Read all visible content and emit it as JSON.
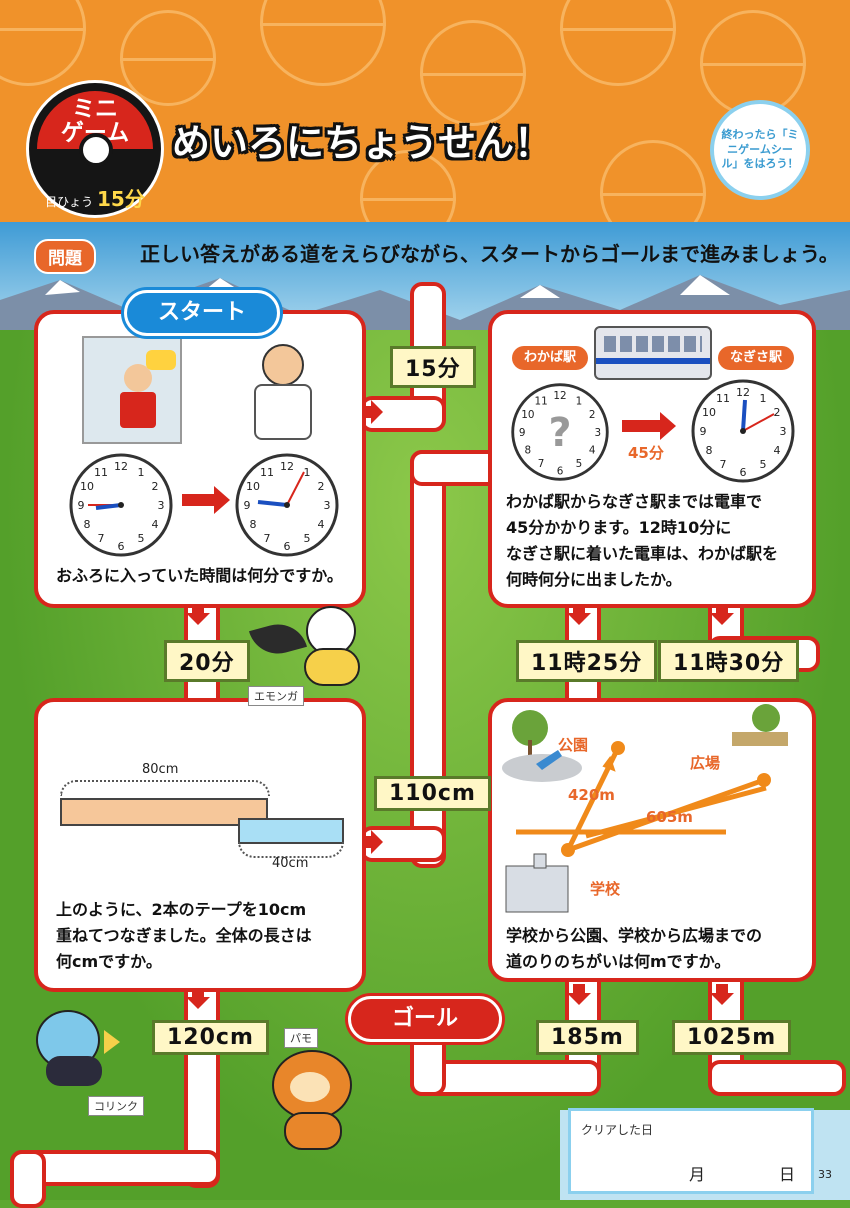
{
  "header": {
    "badge_line1": "ミニ",
    "badge_line2": "ゲーム",
    "goal_label": "目ひょう",
    "goal_value": "15分",
    "title": "めいろにちょうせん！",
    "sticker_text": "終わったら「ミニゲームシール」をはろう！"
  },
  "problem": {
    "label": "問題",
    "text": "正しい答えがある道をえらびながら、スタートからゴールまで進みましょう。"
  },
  "start_label": "スタート",
  "goal_label": "ゴール",
  "q1": {
    "text": "おふろに入っていた時間は何分ですか。",
    "answers": [
      "15分",
      "20分"
    ]
  },
  "q2": {
    "station_from": "わかば駅",
    "station_to": "なぎさ駅",
    "duration": "45分",
    "text_line1": "わかば駅からなぎさ駅までは電車で",
    "text_line2": "45分かかります。12時10分に",
    "text_line3": "なぎさ駅に着いた電車は、わかば駅を",
    "text_line4": "何時何分に出ましたか。",
    "answers": [
      "11時25分",
      "11時30分"
    ]
  },
  "q3": {
    "top_length": "80cm",
    "bottom_length": "40cm",
    "text_line1": "上のように、2本のテープを10cm",
    "text_line2": "重ねてつなぎました。全体の長さは",
    "text_line3": "何cmですか。",
    "answers": [
      "110cm",
      "120cm"
    ]
  },
  "q4": {
    "place_park": "公園",
    "place_square": "広場",
    "place_school": "学校",
    "dist_park": "420m",
    "dist_square": "605m",
    "text_line1": "学校から公園、学校から広場までの",
    "text_line2": "道のりのちがいは何mですか。",
    "answers": [
      "185m",
      "1025m"
    ]
  },
  "characters": {
    "emolga": "エモンガ",
    "shinx": "コリンク",
    "pawmi": "パモ"
  },
  "clear_box": {
    "label": "クリアした日",
    "month": "月",
    "day": "日"
  },
  "page_number": "33",
  "colors": {
    "header_orange": "#f0922a",
    "path_red": "#d7261c",
    "answer_bg": "#fff7c6",
    "grass": "#5fa830"
  }
}
